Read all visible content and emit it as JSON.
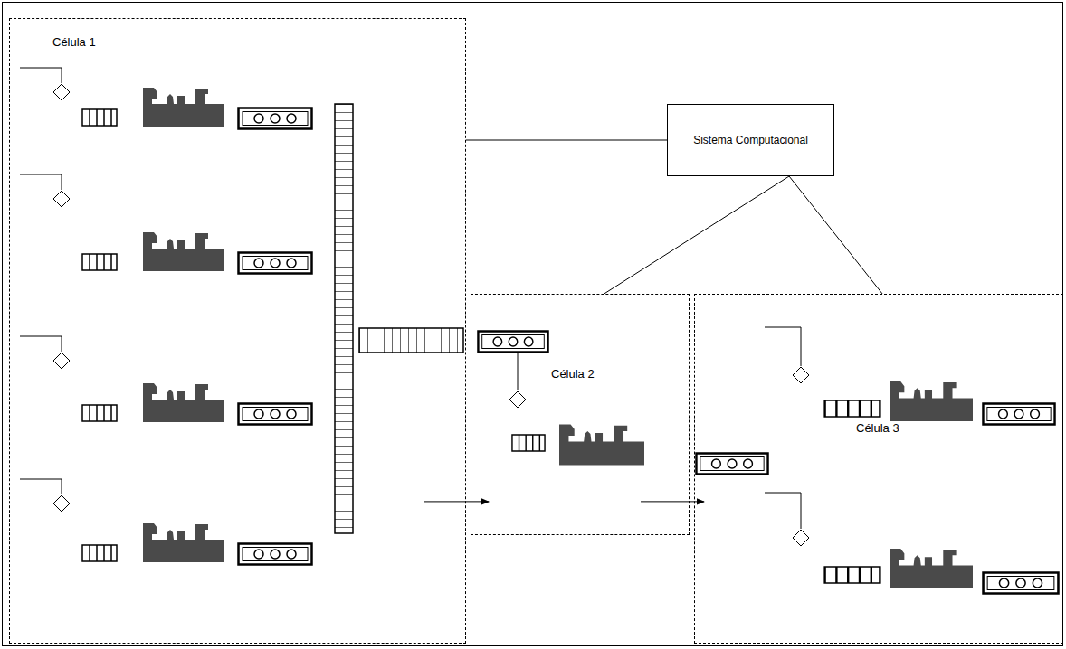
{
  "diagram": {
    "nodes": [
      {
        "text": [
          "Célula 1"
        ]
      },
      {
        "text": [
          "Sistema Computacional"
        ]
      },
      {
        "text": [
          "Célula 2"
        ]
      },
      {
        "text": [
          "Célula 3"
        ]
      }
    ],
    "edges": [
      {
        "from": 0,
        "to": 1,
        "arrow": "none"
      },
      {
        "from": 1,
        "to": 2,
        "arrow": "none"
      },
      {
        "from": 1,
        "to": 3,
        "arrow": "none"
      },
      {
        "from": 0,
        "to": 2,
        "arrow": "to"
      },
      {
        "from": 2,
        "to": 3,
        "arrow": "to"
      }
    ]
  }
}
